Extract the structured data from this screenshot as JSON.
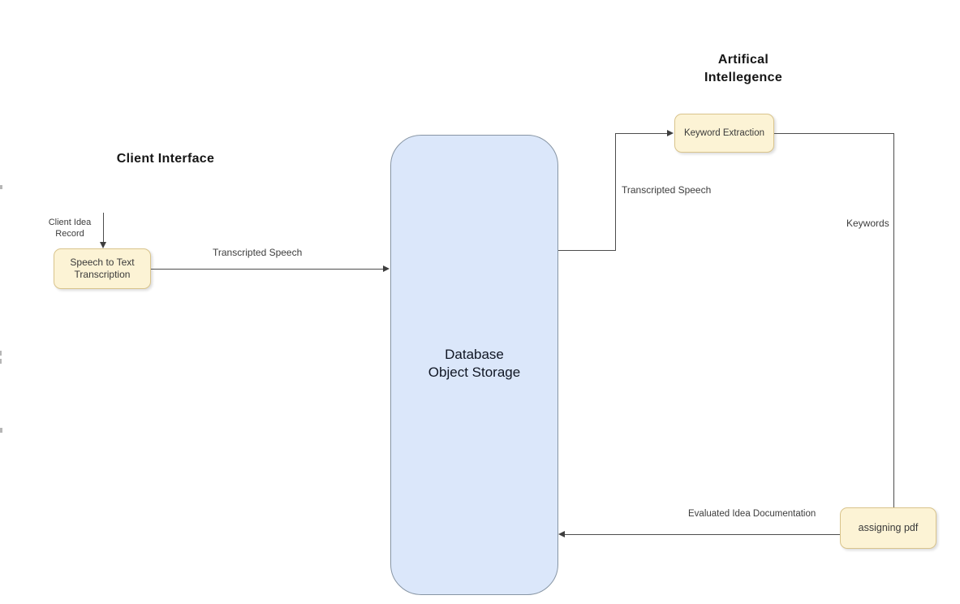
{
  "headings": {
    "client": "Client Interface",
    "ai": [
      "Artifical",
      "Intellegence"
    ]
  },
  "nodes": {
    "speech_to_text": {
      "lines": [
        "Speech to Text",
        "Transcription"
      ]
    },
    "database": {
      "lines": [
        "Database",
        "Object Storage"
      ]
    },
    "keyword_extraction": {
      "label": "Keyword Extraction"
    },
    "assigning_pdf": {
      "label": "assigning pdf"
    }
  },
  "edges": {
    "client_idea": {
      "label_lines": [
        "Client Idea",
        "Record"
      ]
    },
    "stt_to_db": {
      "label": "Transcripted Speech"
    },
    "db_to_keyword": {
      "label": "Transcripted Speech"
    },
    "keyword_to_pdf": {
      "label": "Keywords"
    },
    "pdf_to_db": {
      "label": "Evaluated Idea Documentation"
    }
  },
  "colors": {
    "process_node_fill": "#fcf3d5",
    "process_node_border": "#d9c48c",
    "database_fill": "#dbe7fa",
    "database_border": "#8795a4",
    "connector_line": "#4d4d4d",
    "heading_text": "#161616",
    "label_text": "#3d3d3d"
  }
}
